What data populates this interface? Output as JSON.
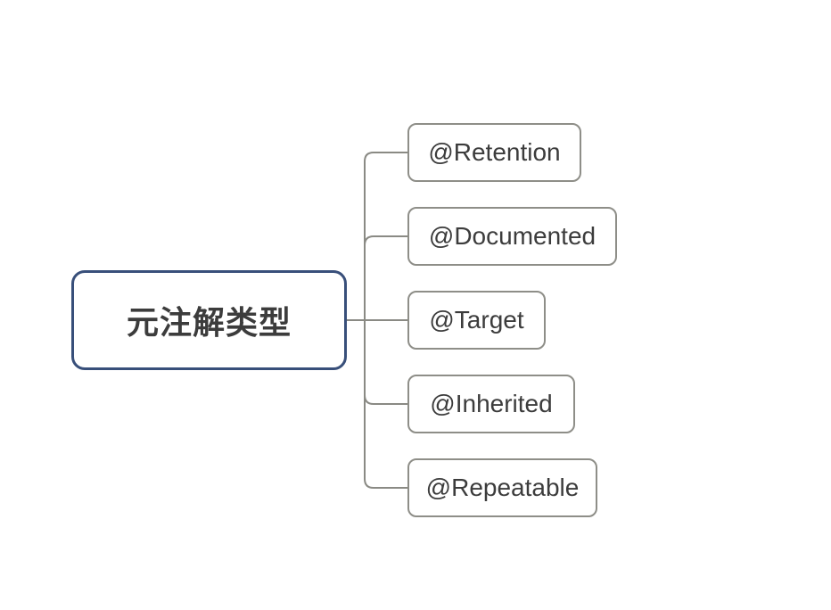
{
  "mindmap": {
    "root": {
      "label": "元注解类型"
    },
    "children": [
      {
        "label": "@Retention"
      },
      {
        "label": "@Documented"
      },
      {
        "label": "@Target"
      },
      {
        "label": "@Inherited"
      },
      {
        "label": "@Repeatable"
      }
    ],
    "colors": {
      "background": "#FFFFFF",
      "root_border": "#384F7A",
      "child_border": "#8E8E88",
      "connector": "#8A8A84",
      "text": "#3C3C3C"
    }
  }
}
